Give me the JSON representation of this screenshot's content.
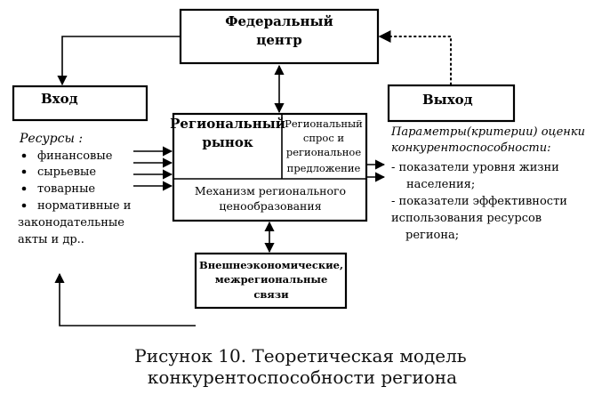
{
  "federal_center": {
    "line1": "Федеральный",
    "line2": "центр"
  },
  "input_box": {
    "label": "Вход"
  },
  "output_box": {
    "label": "Выход"
  },
  "resources": {
    "title": "Ресурсы :",
    "items": [
      "финансовые",
      "сырьевые",
      "товарные",
      "нормативные и"
    ],
    "continuation": [
      "законодательные",
      "акты и др.."
    ]
  },
  "regional_market": {
    "line1": "Региональный",
    "line2": "рынок"
  },
  "supply_demand": {
    "line1": "Региональный",
    "line2": "спрос и",
    "line3": "региональное",
    "line4": "предложение"
  },
  "pricing_mechanism": {
    "line1": "Механизм регионального",
    "line2": "ценообразования"
  },
  "external_links": {
    "line1": "Внешнеэкономические,",
    "line2": "межрегиональные",
    "line3": "связи"
  },
  "criteria": {
    "title_line1": "Параметры(критерии) оценки",
    "title_line2": "конкурентоспособности:",
    "lines": [
      "- показатели уровня жизни",
      "населения;",
      "- показатели эффективности",
      "использования ресурсов",
      "региона;"
    ]
  },
  "caption": {
    "line1": "Рисунок 10. Теоретическая модель",
    "line2": "конкурентоспособности региона"
  }
}
